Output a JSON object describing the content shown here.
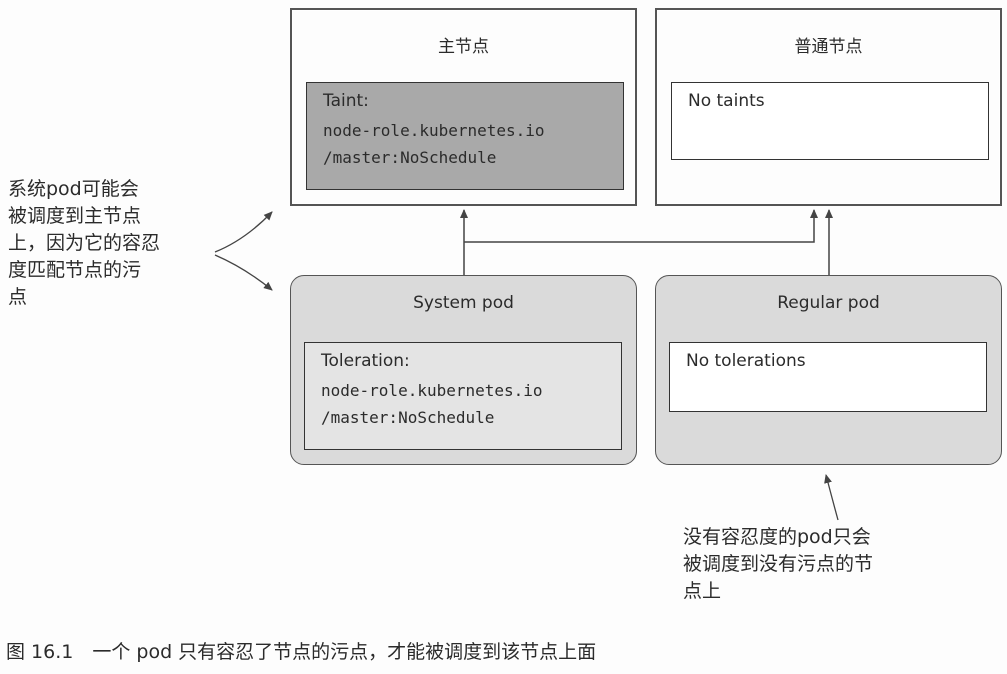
{
  "master_node": {
    "title": "主节点",
    "taint_label": "Taint:",
    "taint_line1": "node-role.kubernetes.io",
    "taint_line2": "/master:NoSchedule"
  },
  "regular_node": {
    "title": "普通节点",
    "text": "No taints"
  },
  "system_pod": {
    "title": "System pod",
    "tol_label": "Toleration:",
    "tol_line1": "node-role.kubernetes.io",
    "tol_line2": "/master:NoSchedule"
  },
  "regular_pod": {
    "title": "Regular pod",
    "text": "No tolerations"
  },
  "left_note": {
    "l1": "系统pod可能会",
    "l2": "被调度到主节点",
    "l3": "上，因为它的容忍",
    "l4": "度匹配节点的污",
    "l5": "点"
  },
  "bottom_note": {
    "l1": "没有容忍度的pod只会",
    "l2": "被调度到没有污点的节",
    "l3": "点上"
  },
  "caption": "图 16.1　一个 pod 只有容忍了节点的污点，才能被调度到该节点上面"
}
